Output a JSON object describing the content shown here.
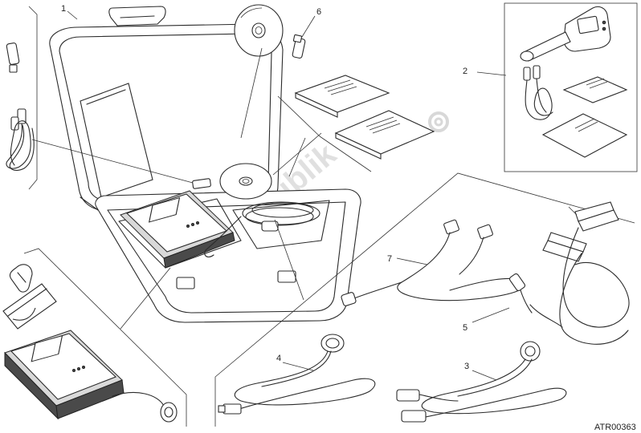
{
  "callouts": [
    {
      "id": "1",
      "label": "1"
    },
    {
      "id": "2",
      "label": "2"
    },
    {
      "id": "3",
      "label": "3"
    },
    {
      "id": "4",
      "label": "4"
    },
    {
      "id": "5",
      "label": "5"
    },
    {
      "id": "6",
      "label": "6"
    },
    {
      "id": "7",
      "label": "7"
    }
  ],
  "reference_code": "ATR00363",
  "watermark": "PartsRepublik",
  "colors": {
    "line": "#2b2b2b",
    "watermark": "#c8c8c8",
    "background": "#ffffff"
  }
}
